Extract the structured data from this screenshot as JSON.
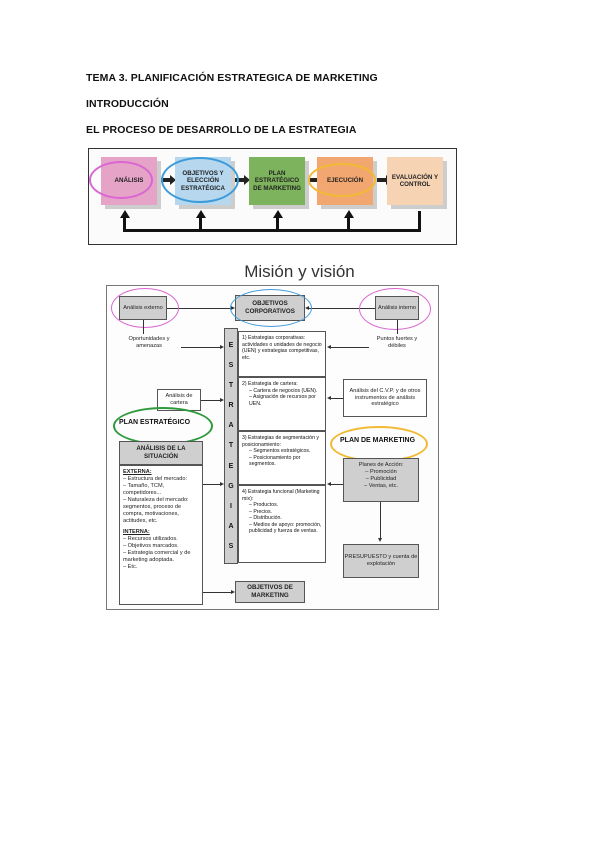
{
  "headings": {
    "title": "TEMA 3. PLANIFICACIÓN ESTRATEGICA DE MARKETING",
    "intro": "INTRODUCCIÓN",
    "process": "EL PROCESO DE DESARROLLO DE LA ESTRATEGIA"
  },
  "diagram1": {
    "steps": [
      {
        "label": "ANÁLISIS",
        "color": "#e6a3c8"
      },
      {
        "label": "OBJETIVOS Y ELECCIÓN ESTRATÉGICA",
        "color": "#b6d7ee"
      },
      {
        "label": "PLAN ESTRATÉGICO DE MARKETING",
        "color": "#7cb35c"
      },
      {
        "label": "EJECUCIÓN",
        "color": "#f2a770"
      },
      {
        "label": "EVALUACIÓN Y CONTROL",
        "color": "#f6d3b3"
      }
    ],
    "circle_colors": [
      "#d966d2",
      "#3d9bd9",
      "#f2b933"
    ]
  },
  "mision_title": "Misión y visión",
  "diagram2": {
    "analisis_externo": "Análisis externo",
    "objetivos_corporativos": "OBJETIVOS CORPORATIVOS",
    "analisis_interno": "Análisis interno",
    "oportunidades": "Oportunidades y amenazas",
    "puntos": "Puntos fuertes y débiles",
    "estrategias_letters": [
      "E",
      "S",
      "T",
      "R",
      "A",
      "T",
      "E",
      "G",
      "I",
      "A",
      "S"
    ],
    "estrategias": [
      {
        "title": "1) Estrategias corporativas: actividades o unidades de negocio (UEN) y estrategias competitivas, etc.",
        "items": []
      },
      {
        "title": "2) Estrategia de cartera:",
        "items": [
          "Cartera de negocios (UEN).",
          "Asignación de recursos por UEN."
        ]
      },
      {
        "title": "3) Estrategias de segmentación y posicionamiento:",
        "items": [
          "Segmentos estratégicos.",
          "Posicionamiento por segmentos."
        ]
      },
      {
        "title": "4) Estrategia funcional (Marketing mix):",
        "items": [
          "Productos.",
          "Precios.",
          "Distribución.",
          "Medios de apoyo: promoción, publicidad y fuerza de ventas."
        ]
      }
    ],
    "analisis_cartera": "Análisis de cartera",
    "analisis_cvp": "Análisis del C.V.P. y de otros instrumentos de análisis estratégico",
    "plan_estrategico": "PLAN ESTRATÉGICO",
    "plan_marketing": "PLAN DE MARKETING",
    "analisis_situacion": "ANÁLISIS DE LA SITUACIÓN",
    "externa_label": "EXTERNA:",
    "externa_items": [
      "Estructura del mercado:",
      "Tamaño, TCM, competidores...",
      "Naturaleza del mercado: segmentos, proceso de compra, motivaciones, actitudes, etc."
    ],
    "interna_label": "INTERNA:",
    "interna_items": [
      "Recursos utilizados.",
      "Objetivos marcados.",
      "Estrategia comercial y de marketing adoptada.",
      "Etc."
    ],
    "planes_accion": "Planes de Acción:",
    "planes_items": [
      "– Promoción",
      "– Publicidad",
      "– Ventas, etc."
    ],
    "presupuesto": "PRESUPUESTO y cuenta de explotación",
    "objetivos_marketing": "OBJETIVOS DE MARKETING"
  }
}
